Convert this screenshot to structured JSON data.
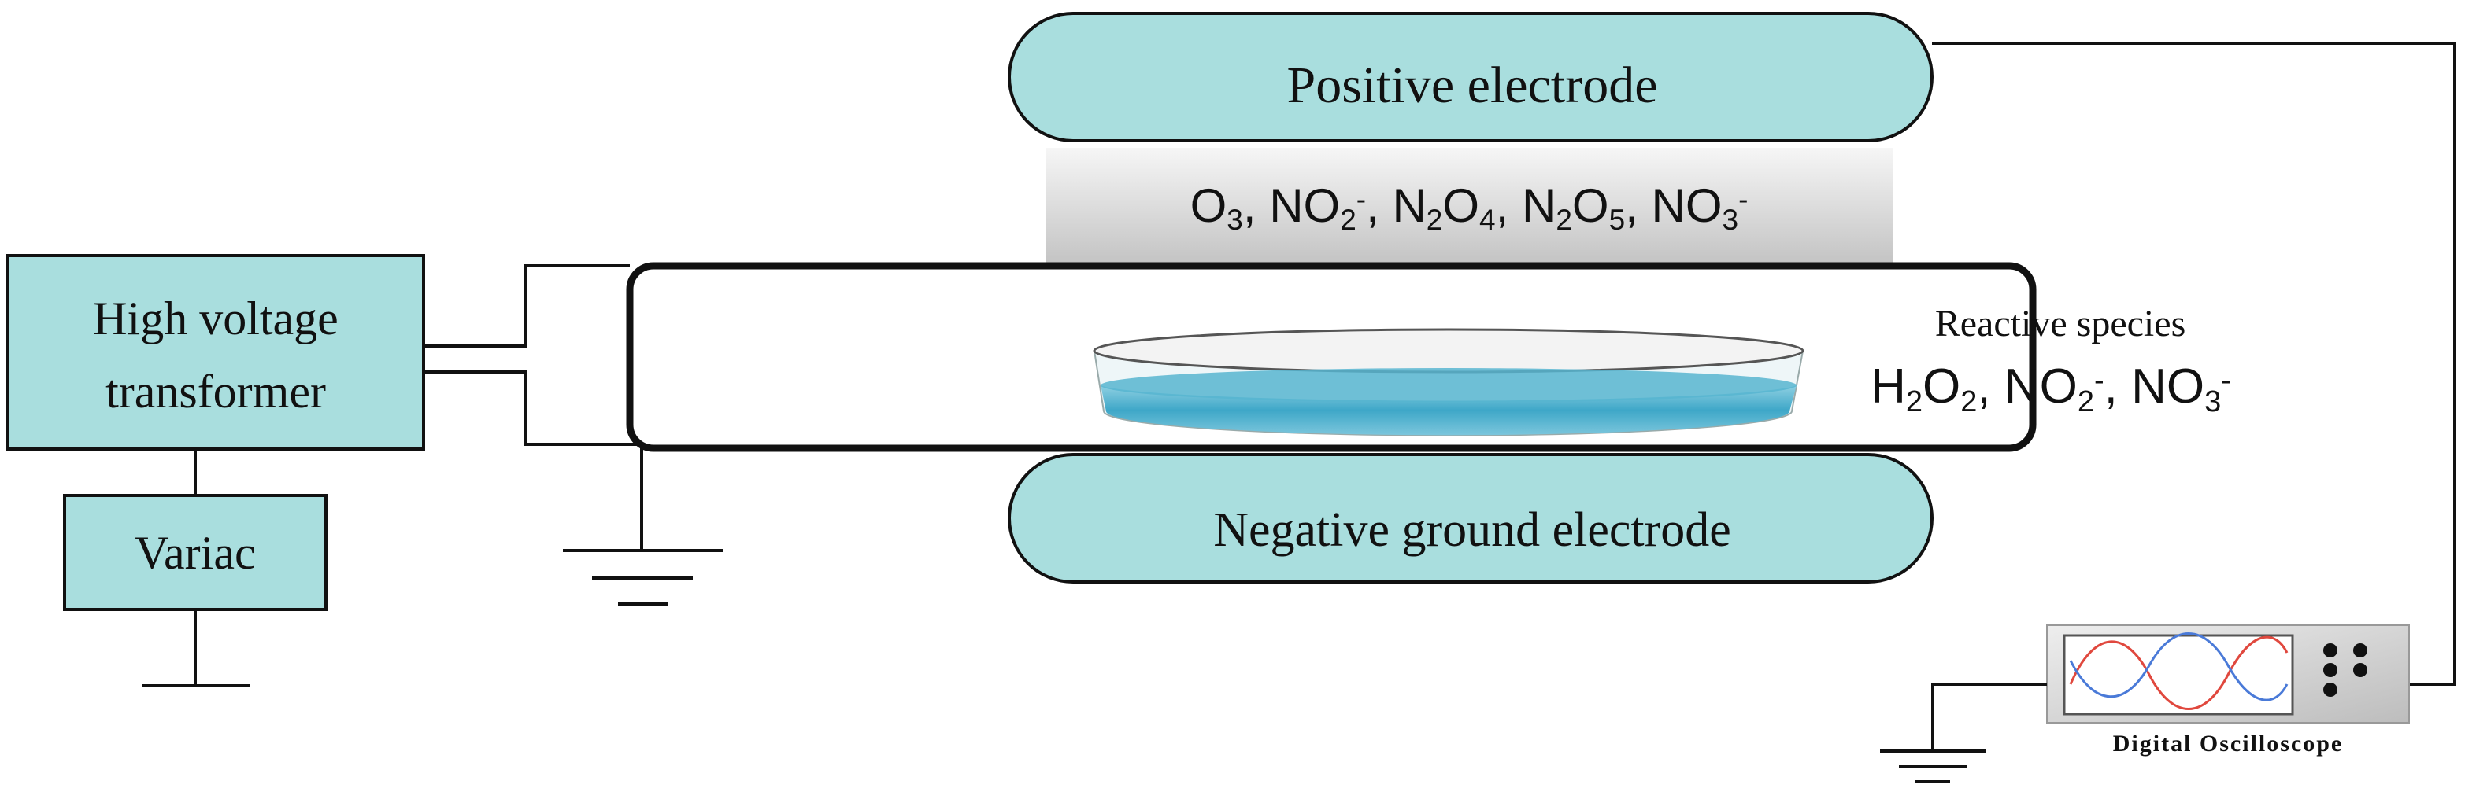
{
  "colors": {
    "box_fill": "#a9dede",
    "box_stroke": "#111111",
    "gas_band_top": "#f4f4f4",
    "gas_band_bottom": "#c9c9c9",
    "liquid": "#4fb3cf",
    "dish_rim": "#f2f2f2",
    "wave_red": "#e0483e",
    "wave_blue": "#4a7ad8"
  },
  "labels": {
    "hv_line1": "High voltage",
    "hv_line2": "transformer",
    "variac": "Variac",
    "positive_electrode": "Positive electrode",
    "negative_electrode": "Negative ground electrode",
    "reactive_species_title": "Reactive species",
    "oscilloscope": "Digital Oscilloscope"
  },
  "gas_species": [
    {
      "base": "O",
      "sub": "3",
      "sup": "",
      "sep": ", "
    },
    {
      "base": "NO",
      "sub": "2",
      "sup": "-",
      "sep": ", "
    },
    {
      "base": "N",
      "sub": "2",
      "sup": "",
      "base2": "O",
      "sub2": "4",
      "sep": ", "
    },
    {
      "base": "N",
      "sub": "2",
      "sup": "",
      "base2": "O",
      "sub2": "5",
      "sep": ", "
    },
    {
      "base": "NO",
      "sub": "3",
      "sup": "-",
      "sep": ""
    }
  ],
  "liquid_species": [
    {
      "base": "H",
      "sub": "2",
      "base2": "O",
      "sub2": "2",
      "sup": "",
      "sep": ", "
    },
    {
      "base": "NO",
      "sub": "2",
      "sup": "-",
      "sep": ", "
    },
    {
      "base": "NO",
      "sub": "3",
      "sup": "-",
      "sep": ""
    }
  ],
  "icons": {
    "ground": "ground-symbol-icon",
    "oscilloscope": "oscilloscope-icon",
    "petri_dish": "petri-dish-icon"
  }
}
